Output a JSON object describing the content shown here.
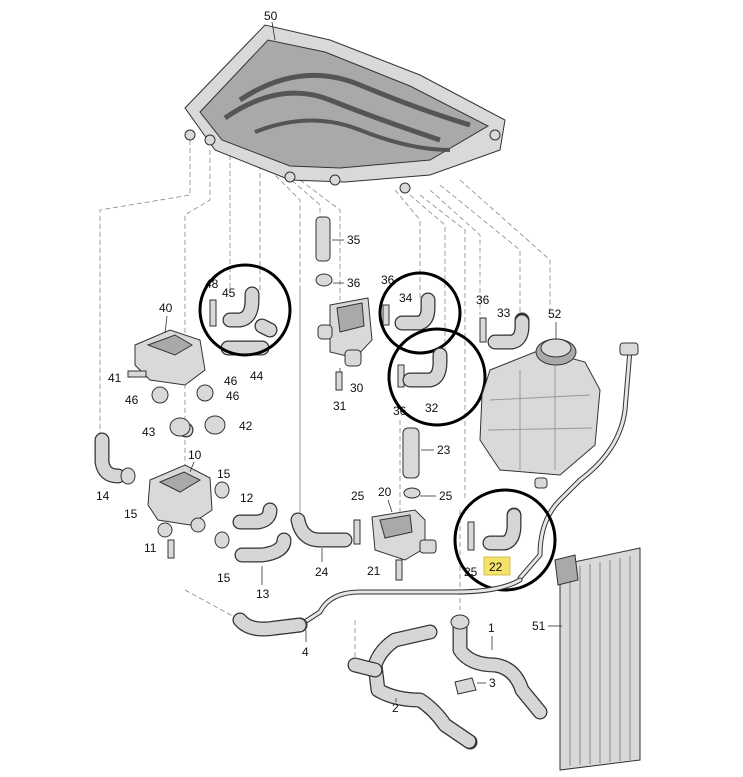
{
  "callouts": {
    "c50": "50",
    "c35": "35",
    "c36a": "36",
    "c36b": "36",
    "c36c": "36",
    "c34": "34",
    "c33": "33",
    "c52": "52",
    "c40": "40",
    "c45": "45",
    "c48": "48",
    "c41": "41",
    "c46a": "46",
    "c46b": "46",
    "c44": "44",
    "c43": "43",
    "c42": "42",
    "c30": "30",
    "c31": "31",
    "c32": "32",
    "c23": "23",
    "c25a": "25",
    "c25b": "25",
    "c25c": "25",
    "c20": "20",
    "c21": "21",
    "c22": "22",
    "c10": "10",
    "c14": "14",
    "c15a": "15",
    "c15b": "15",
    "c15c": "15",
    "c12": "12",
    "c11": "11",
    "c13": "13",
    "c24": "24",
    "c4": "4",
    "c1": "1",
    "c2": "2",
    "c3": "3",
    "c51": "51"
  },
  "highlight": {
    "label": "22",
    "color": "#f5e26a"
  },
  "colors": {
    "line": "#333333",
    "part": "#d9d9d9",
    "ring": "#000000"
  }
}
